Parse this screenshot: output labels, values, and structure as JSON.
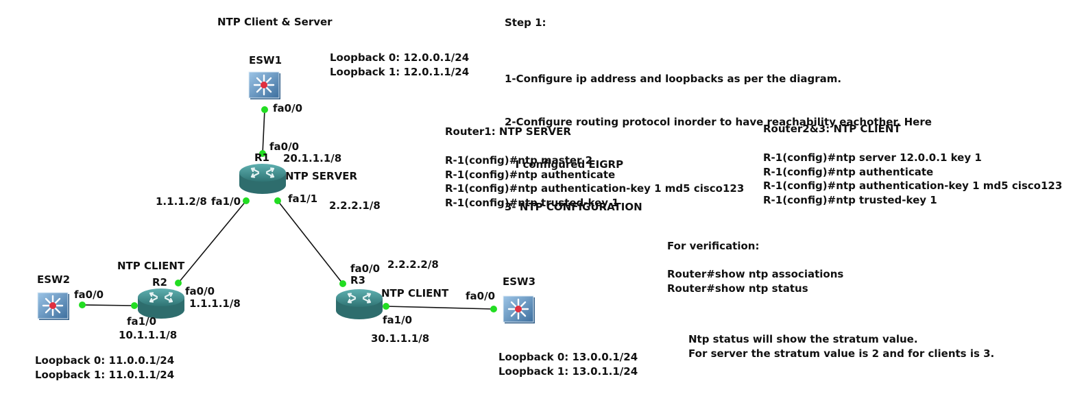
{
  "title": "NTP Client & Server",
  "devices": {
    "esw1": {
      "name": "ESW1",
      "port": "fa0/0",
      "loopbacks": [
        "Loopback 0: 12.0.0.1/24",
        "Loopback 1: 12.0.1.1/24"
      ]
    },
    "esw2": {
      "name": "ESW2",
      "port": "fa0/0",
      "loopbacks": [
        "Loopback 0: 11.0.0.1/24",
        "Loopback 1: 11.0.1.1/24"
      ]
    },
    "esw3": {
      "name": "ESW3",
      "port": "fa0/0",
      "loopbacks": [
        "Loopback 0: 13.0.0.1/24",
        "Loopback 1: 13.0.1.1/24"
      ]
    },
    "r1": {
      "name": "R1",
      "role": "NTP SERVER",
      "fa00": "fa0/0",
      "fa00_ip": "20.1.1.1/8",
      "fa10": "fa1/0",
      "fa10_ip": "1.1.1.2/8",
      "fa11": "fa1/1",
      "fa11_ip": "2.2.2.1/8"
    },
    "r2": {
      "name": "R2",
      "role": "NTP CLIENT",
      "fa00": "fa0/0",
      "fa00_ip": "1.1.1.1/8",
      "fa10": "fa1/0",
      "fa10_ip": "10.1.1.1/8"
    },
    "r3": {
      "name": "R3",
      "role": "NTP CLIENT",
      "fa00": "fa0/0",
      "fa00_ip": "2.2.2.2/8",
      "fa10": "fa1/0",
      "fa10_ip": "30.1.1.1/8"
    }
  },
  "steps": {
    "heading": "Step 1:",
    "items": [
      "1-Configure ip address and loopbacks as per the diagram.",
      "2-Configure routing protocol inorder to have reachability eachother. Here",
      "   I configured EIGRP",
      "3- NTP CONFIGURATION"
    ]
  },
  "server_config": {
    "heading": "Router1: NTP SERVER",
    "lines": [
      "R-1(config)#ntp master 2",
      "R-1(config)#ntp authenticate",
      "R-1(config)#ntp authentication-key 1 md5 cisco123",
      "R-1(config)#ntp trusted-key 1"
    ]
  },
  "client_config": {
    "heading": "Router2&3: NTP CLIENT",
    "lines": [
      "R-1(config)#ntp server 12.0.0.1 key 1",
      "R-1(config)#ntp authenticate",
      "R-1(config)#ntp authentication-key 1 md5 cisco123",
      "R-1(config)#ntp trusted-key 1"
    ]
  },
  "verification": {
    "heading": "For verification:",
    "lines": [
      "Router#show ntp associations",
      "Router#show ntp status"
    ]
  },
  "note": {
    "lines": [
      "Ntp status will show the stratum value.",
      "For server the stratum value is 2 and for clients is 3."
    ]
  },
  "colors": {
    "link": "#111111",
    "port_dot": "#22dd22",
    "router": "#3f8c8c",
    "switch": "#5a8cbc",
    "switch_center": "#e03040"
  },
  "icons": {
    "router": "router-icon",
    "switch": "switch-icon"
  }
}
